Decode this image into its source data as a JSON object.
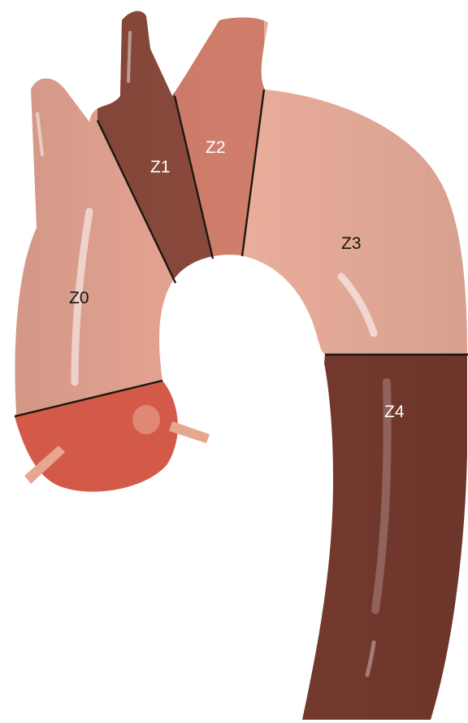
{
  "zones": [
    {
      "id": "Z0",
      "label": "Z0",
      "color": "#E9A795",
      "label_color": "#1a1410"
    },
    {
      "id": "Z1",
      "label": "Z1",
      "color": "#8A4A3C",
      "label_color": "#ffffff"
    },
    {
      "id": "Z2",
      "label": "Z2",
      "color": "#D07E6B",
      "label_color": "#ffffff"
    },
    {
      "id": "Z3",
      "label": "Z3",
      "color": "#EAAE9B",
      "label_color": "#1a1410"
    },
    {
      "id": "Z4",
      "label": "Z4",
      "color": "#763A2E",
      "label_color": "#ffffff"
    }
  ],
  "colors": {
    "background": "#ffffff",
    "branch_vessels": "#D9624F",
    "aortic_root": "#D35A48",
    "boundary_line": "#1c1712",
    "highlight": "#ffffff"
  }
}
